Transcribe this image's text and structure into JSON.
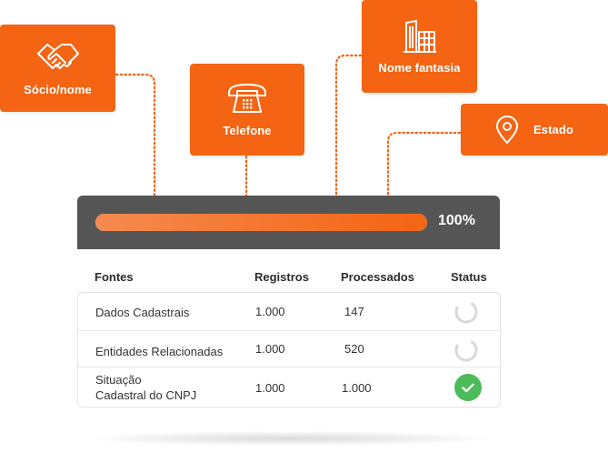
{
  "cards": {
    "socio": {
      "label": "Sócio/nome",
      "icon": "handshake-icon"
    },
    "telefone": {
      "label": "Telefone",
      "icon": "telephone-icon"
    },
    "nome_fantasia": {
      "label": "Nome fantasia",
      "icon": "building-icon"
    },
    "estado": {
      "label": "Estado",
      "icon": "location-pin-icon"
    }
  },
  "progress": {
    "value_percent": 100,
    "label": "100%"
  },
  "table": {
    "headers": {
      "fontes": "Fontes",
      "registros": "Registros",
      "processados": "Processados",
      "status": "Status"
    },
    "rows": [
      {
        "fonte_line1": "Dados Cadastrais",
        "fonte_line2": "",
        "registros": "1.000",
        "processados": "147",
        "status": "loading"
      },
      {
        "fonte_line1": "Entidades Relacionadas",
        "fonte_line2": "",
        "registros": "1.000",
        "processados": "520",
        "status": "loading"
      },
      {
        "fonte_line1": "Situação",
        "fonte_line2": "Cadastral do CNPJ",
        "registros": "1.000",
        "processados": "1.000",
        "status": "done"
      }
    ]
  },
  "colors": {
    "accent": "#f46413",
    "panel": "#555555",
    "success": "#4dbb57",
    "spinner": "#d9d9d9"
  }
}
